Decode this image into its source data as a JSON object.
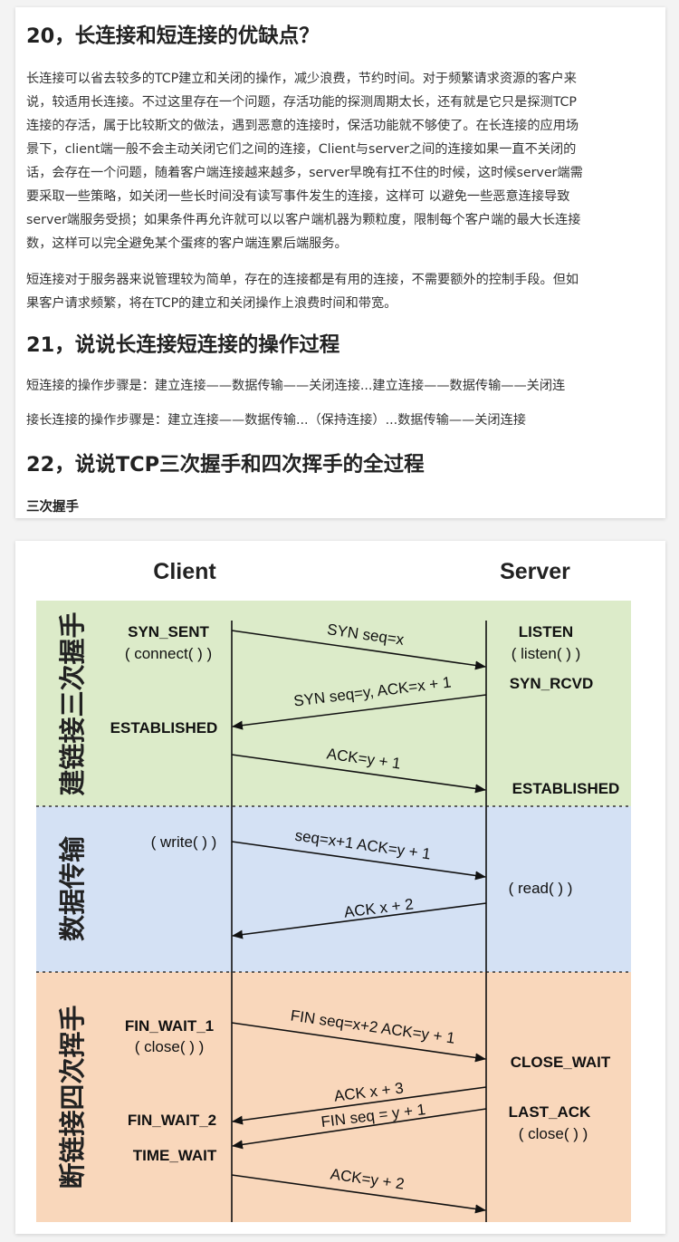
{
  "article": {
    "h20": "20，长连接和短连接的优缺点？",
    "p1_lines": [
      "长连接可以省去较多的TCP建立和关闭的操作，减少浪费，节约时间。对于频繁请求资源的客户来",
      "说，较适用长连接。不过这里存在一个问题，存活功能的探测周期太长，还有就是它只是探测TCP",
      "连接的存活，属于比较斯文的做法，遇到恶意的连接时，保活功能就不够使了。在长连接的应用场",
      "景下，client端一般不会主动关闭它们之间的连接，Client与server之间的连接如果一直不关闭的",
      "话，会存在一个问题，随着客户端连接越来越多，server早晚有扛不住的时候，这时候server端需",
      "要采取一些策略，如关闭一些长时间没有读写事件发生的连接，这样可 以避免一些恶意连接导致",
      "server端服务受损；如果条件再允许就可以以客户端机器为颗粒度，限制每个客户端的最大长连接",
      "数，这样可以完全避免某个蛋疼的客户端连累后端服务。"
    ],
    "p2_lines": [
      "短连接对于服务器来说管理较为简单，存在的连接都是有用的连接，不需要额外的控制手段。但如",
      "果客户请求频繁，将在TCP的建立和关闭操作上浪费时间和带宽。"
    ],
    "h21": "21，说说长连接短连接的操作过程",
    "p3": "短连接的操作步骤是：建立连接——数据传输——关闭连接...建立连接——数据传输——关闭连",
    "p4": "接长连接的操作步骤是：建立连接——数据传输...（保持连接）...数据传输——关闭连接",
    "h22": "22，说说TCP三次握手和四次挥手的全过程",
    "sub_heading": "三次握手"
  },
  "diagram": {
    "client_header": "Client",
    "server_header": "Server",
    "phases": {
      "handshake": "建链接三次握手",
      "transfer": "数据传输",
      "teardown": "断链接四次挥手"
    },
    "client_states": {
      "syn_sent": "SYN_SENT",
      "connect": "( connect( ) )",
      "established": "ESTABLISHED",
      "write": "( write( ) )",
      "fin_wait_1": "FIN_WAIT_1",
      "close": "( close( ) )",
      "fin_wait_2": "FIN_WAIT_2",
      "time_wait": "TIME_WAIT"
    },
    "server_states": {
      "listen": "LISTEN",
      "listen_call": "( listen( ) )",
      "syn_rcvd": "SYN_RCVD",
      "established": "ESTABLISHED",
      "read": "( read( ) )",
      "close_wait": "CLOSE_WAIT",
      "last_ack": "LAST_ACK",
      "close": "( close( ) )"
    },
    "messages": {
      "m1": "SYN seq=x",
      "m2": "SYN seq=y, ACK=x + 1",
      "m3": "ACK=y + 1",
      "m4": "seq=x+1 ACK=y + 1",
      "m5": "ACK x + 2",
      "m6": "FIN seq=x+2 ACK=y + 1",
      "m7": "ACK x + 3",
      "m8": "FIN seq = y + 1",
      "m9": "ACK=y + 2"
    },
    "colors": {
      "handshake_bg": "#dcebc9",
      "transfer_bg": "#d4e1f4",
      "teardown_bg": "#f9d7bb"
    }
  }
}
